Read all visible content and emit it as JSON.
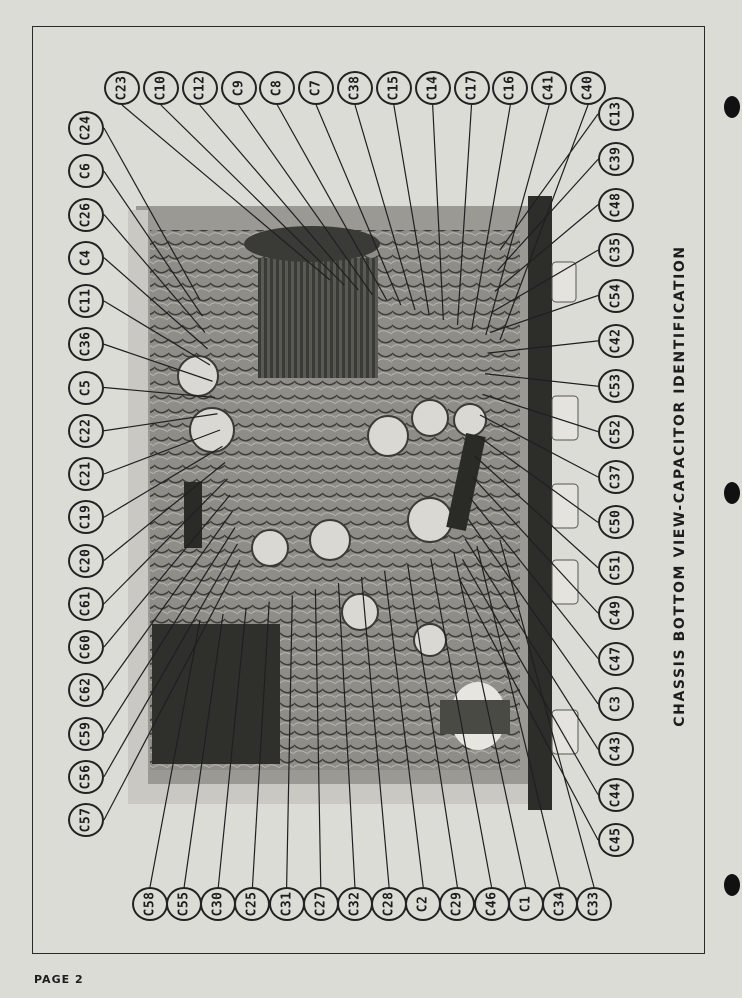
{
  "title": "CHASSIS BOTTOM VIEW-CAPACITOR IDENTIFICATION",
  "page_label": "PAGE 2",
  "photo_alt": "Chassis bottom photograph",
  "callouts": {
    "top": [
      "C23",
      "C10",
      "C12",
      "C9",
      "C8",
      "C7",
      "C38",
      "C15",
      "C14",
      "C17",
      "C16",
      "C41",
      "C40"
    ],
    "left": [
      "C24",
      "C6",
      "C26",
      "C4",
      "C11",
      "C36",
      "C5",
      "C22",
      "C21",
      "C19",
      "C20",
      "C61",
      "C60",
      "C62",
      "C59",
      "C56",
      "C57"
    ],
    "right": [
      "C13",
      "C39",
      "C48",
      "C35",
      "C54",
      "C42",
      "C53",
      "C52",
      "C37",
      "C50",
      "C51",
      "C49",
      "C47",
      "C3",
      "C43",
      "C44",
      "C45"
    ],
    "bottom": [
      "C58",
      "C55",
      "C30",
      "C25",
      "C31",
      "C27",
      "C32",
      "C28",
      "C2",
      "C29",
      "C46",
      "C1",
      "C34",
      "C33"
    ]
  }
}
